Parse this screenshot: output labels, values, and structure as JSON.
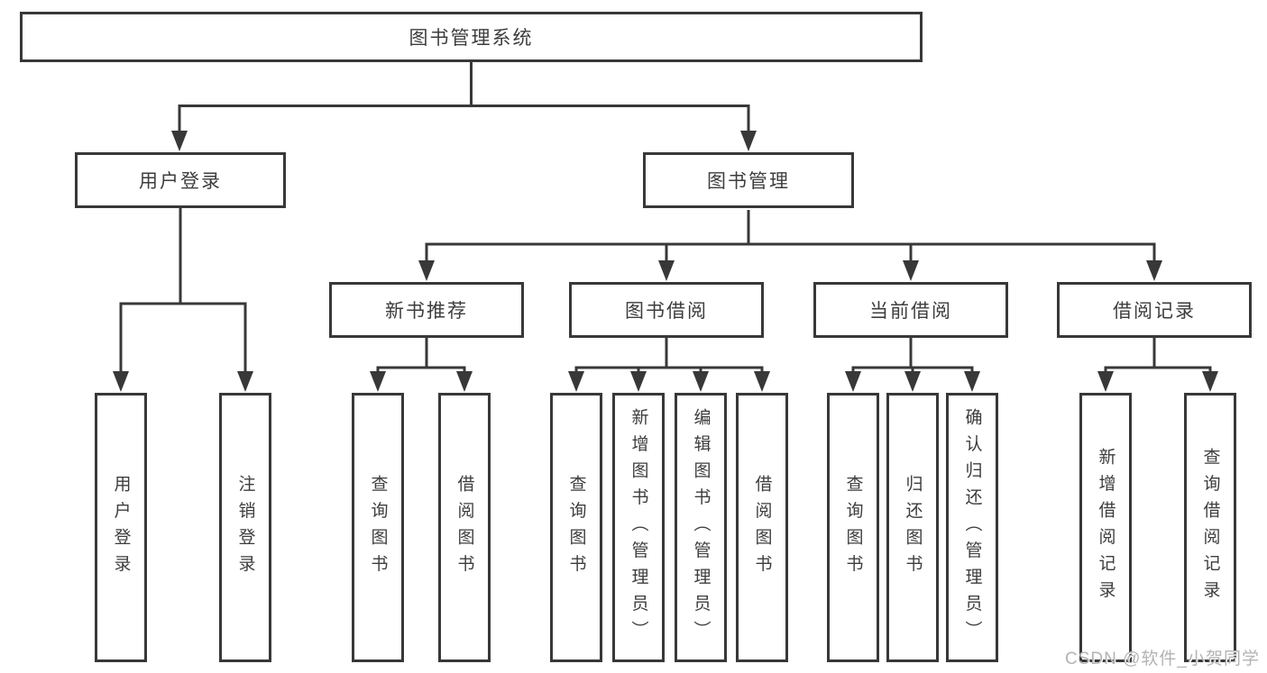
{
  "diagram": {
    "root": {
      "label": "图书管理系统"
    },
    "login": {
      "label": "用户登录",
      "children": [
        {
          "label": "用户登录"
        },
        {
          "label": "注销登录"
        }
      ]
    },
    "management": {
      "label": "图书管理",
      "sections": [
        {
          "label": "新书推荐",
          "children": [
            {
              "label": "查询图书"
            },
            {
              "label": "借阅图书"
            }
          ]
        },
        {
          "label": "图书借阅",
          "children": [
            {
              "label": "查询图书"
            },
            {
              "label": "新增图书（管理员）"
            },
            {
              "label": "编辑图书（管理员）"
            },
            {
              "label": "借阅图书"
            }
          ]
        },
        {
          "label": "当前借阅",
          "children": [
            {
              "label": "查询图书"
            },
            {
              "label": "归还图书"
            },
            {
              "label": "确认归还（管理员）"
            }
          ]
        },
        {
          "label": "借阅记录",
          "children": [
            {
              "label": "新增借阅记录"
            },
            {
              "label": "查询借阅记录"
            }
          ]
        }
      ]
    },
    "watermark": "CSDN @软件_小贺同学",
    "colors": {
      "line": "#383838",
      "border": "#383838",
      "text": "#3d3d3d",
      "watermark": "#b3b3b3",
      "background": "#ffffff"
    }
  }
}
